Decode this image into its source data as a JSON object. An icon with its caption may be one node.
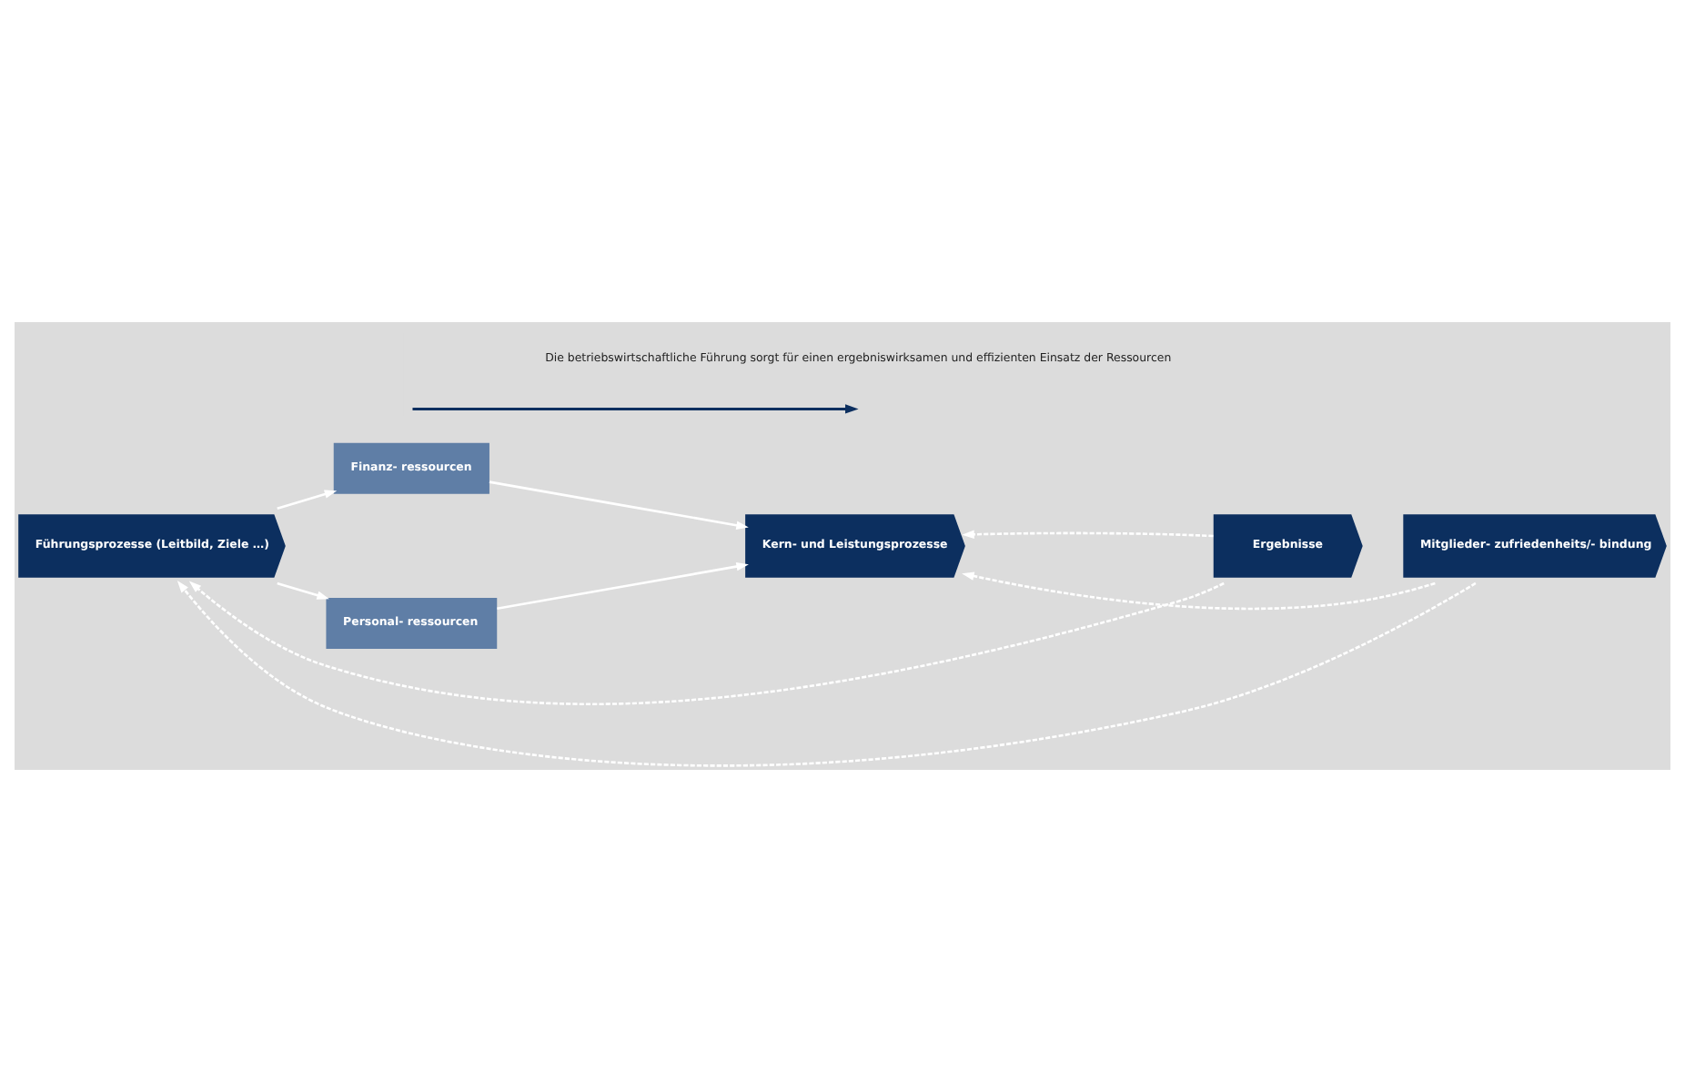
{
  "diagram": {
    "nodes": [
      {
        "text": [
          "Führungsprozesse (Leitbild, Ziele …)"
        ]
      },
      {
        "text": [
          "Finanz- ressourcen"
        ]
      },
      {
        "text": [
          "Kern- und Leistungsprozesse"
        ]
      },
      {
        "text": [
          "Personal- ressourcen"
        ]
      },
      {
        "text": [
          "Ergebnisse"
        ]
      },
      {
        "text": [
          "Mitglieder- zufriedenheits/- bindung"
        ]
      }
    ],
    "edges": [
      {
        "from": 0,
        "to": 1,
        "arrow": "to"
      },
      {
        "from": 0,
        "to": 3,
        "arrow": "to"
      },
      {
        "from": 1,
        "to": 2,
        "arrow": "to"
      },
      {
        "from": 3,
        "to": 2,
        "arrow": "to"
      },
      {
        "from": 4,
        "to": 0,
        "arrow": "to",
        "style": "dashed"
      },
      {
        "from": 4,
        "to": 2,
        "arrow": "to",
        "style": "dashed"
      },
      {
        "from": 5,
        "to": 2,
        "arrow": "to",
        "style": "dashed"
      },
      {
        "from": 5,
        "to": 0,
        "arrow": "to",
        "style": "dashed"
      }
    ],
    "legend": [
      {
        "text": "Die betriebswirtschaftliche Führung sorgt für einen ergebniswirksamen und effizienten Einsatz der Ressourcen"
      }
    ]
  }
}
